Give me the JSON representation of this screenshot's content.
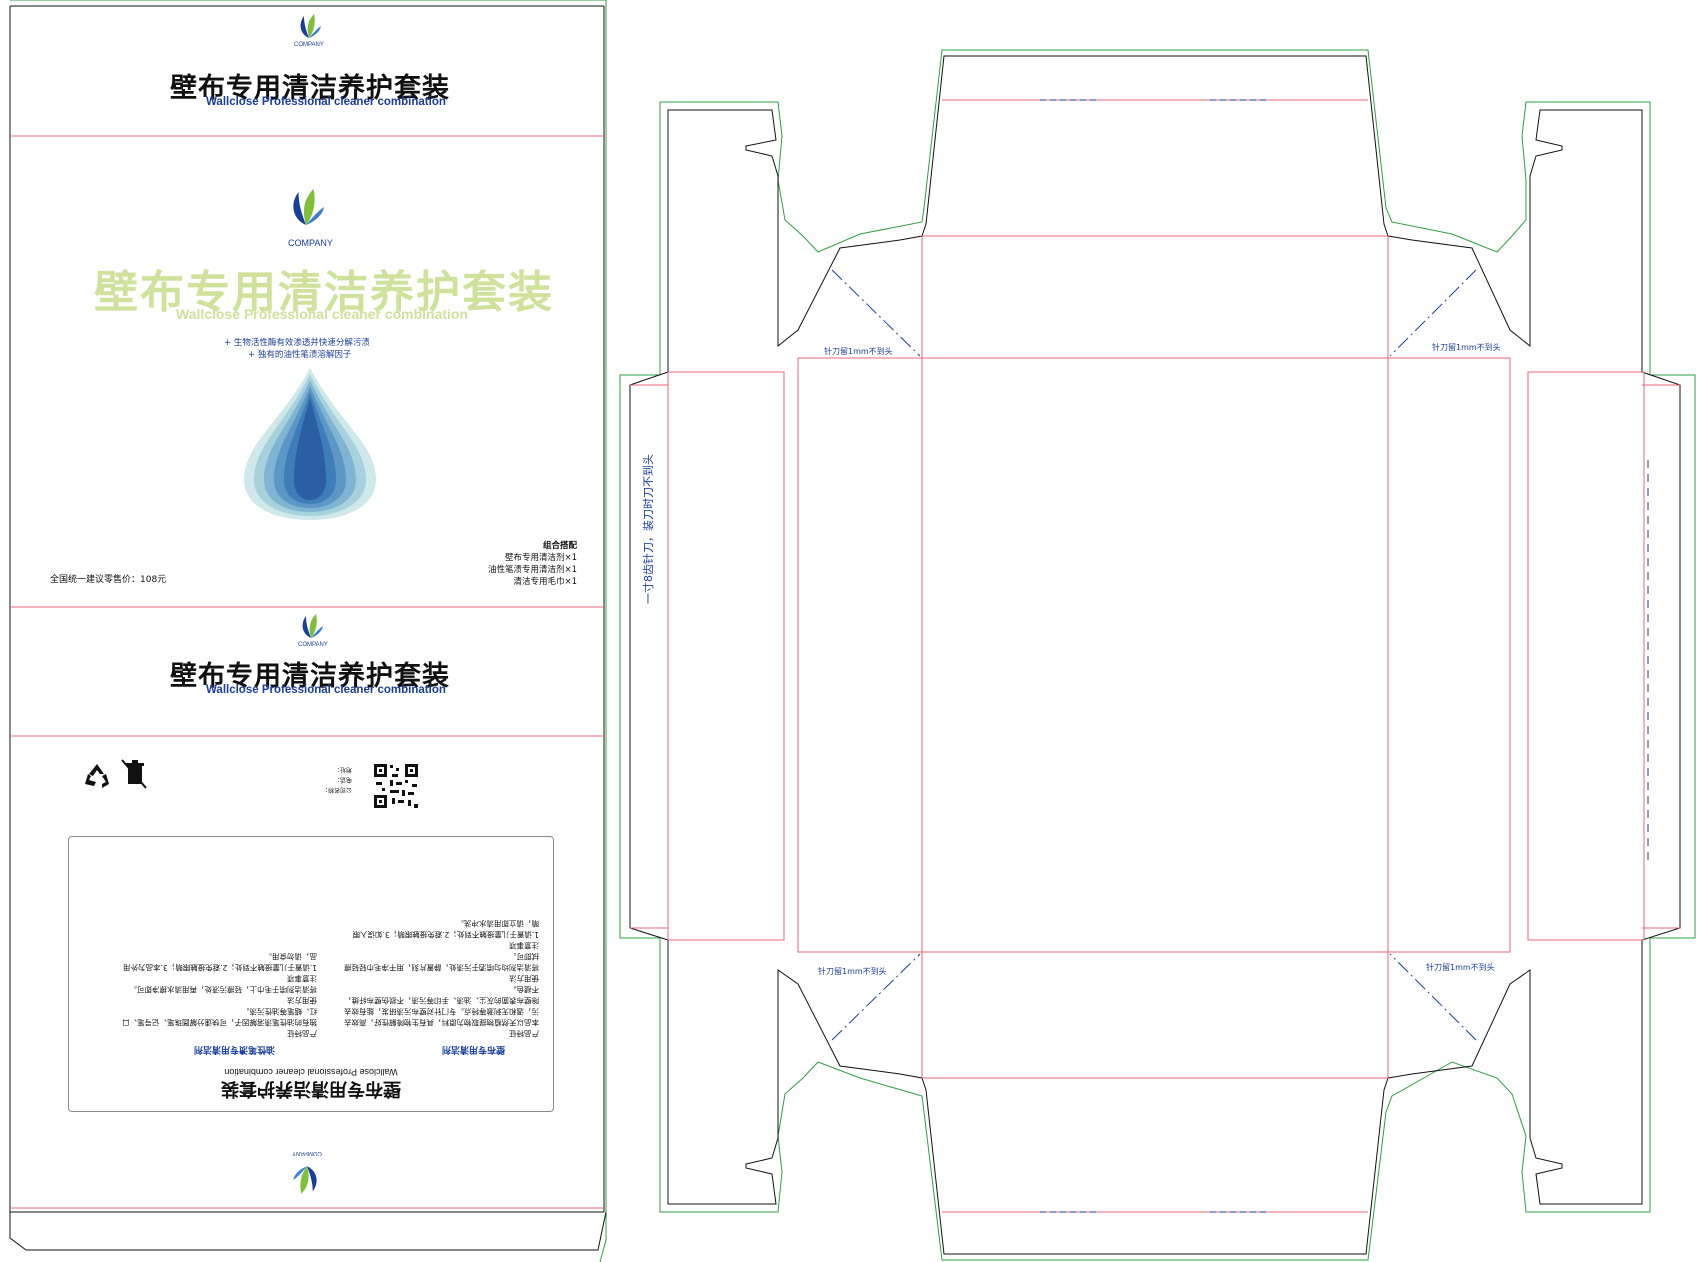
{
  "brand": {
    "title_cn": "壁布专用清洁养护套装",
    "title_en": "Wallclose Professional cleaner combination",
    "company": "COMPANY"
  },
  "features": [
    "+ 生物活性酶有效渗透并快速分解污渍",
    "+ 独有的油性笔渍溶解因子"
  ],
  "price": "全国统一建议零售价：108元",
  "combo": {
    "heading": "组合搭配",
    "items": [
      "壁布专用清洁剂×1",
      "油性笔渍专用清洁剂×1",
      "清洁专用毛巾×1"
    ]
  },
  "cut_notes": {
    "top_left": "针刀留1mm不到头",
    "top_right": "针刀留1mm不到头",
    "bottom_left": "针刀留1mm不到头",
    "bottom_right": "针刀留1mm不到头",
    "vertical": "一寸8齿针刀，装刀时刀不到头"
  },
  "instructions": {
    "title": "壁布专用清洁养护套装",
    "subtitle": "Wallclose Professional cleaner combination",
    "col1_title": "壁布专用清洁剂",
    "col2_title": "油性笔渍专用清洁剂",
    "col1_body": "产品特征\n本品以天然植物提取物为原料，具有生物降解性好，高效去污，温和无刺激等特点。专门针对壁布污渍研发，能有效去除壁布表面的灰尘、油渍、手印等污渍，不损伤壁布纤维，不褪色。\n使用方法\n将清洁剂均匀喷洒于污渍处，静置片刻，用干净毛巾轻轻擦拭即可。\n注意事项\n1.请置于儿童接触不到处；2.避免接触眼睛；3.如误入眼睛，请立即用清水冲洗。",
    "col2_body": "产品特征\n独有的油性笔渍溶解因子，可快速分解圆珠笔、记号笔、口红、蜡笔等油性污渍。\n使用方法\n将清洁剂喷于毛巾上，轻擦污渍处，再用清水擦净即可。\n注意事项\n1.请置于儿童接触不到处；2.避免接触眼睛；3.本品为外用品，请勿食用。"
  },
  "back_info": {
    "lines": [
      "公司名称：",
      "电话：",
      "地址："
    ]
  },
  "colors": {
    "navy": "#1a3f9a",
    "lime": "#cfe29b",
    "cut": "#000000",
    "fold": "#e8657a",
    "bleed": "#2ea043",
    "drop": "#2f6fb5"
  },
  "icons": [
    "company-logo-icon",
    "water-drop-icon",
    "recycle-icon",
    "trash-bin-icon",
    "qr-code-icon"
  ]
}
